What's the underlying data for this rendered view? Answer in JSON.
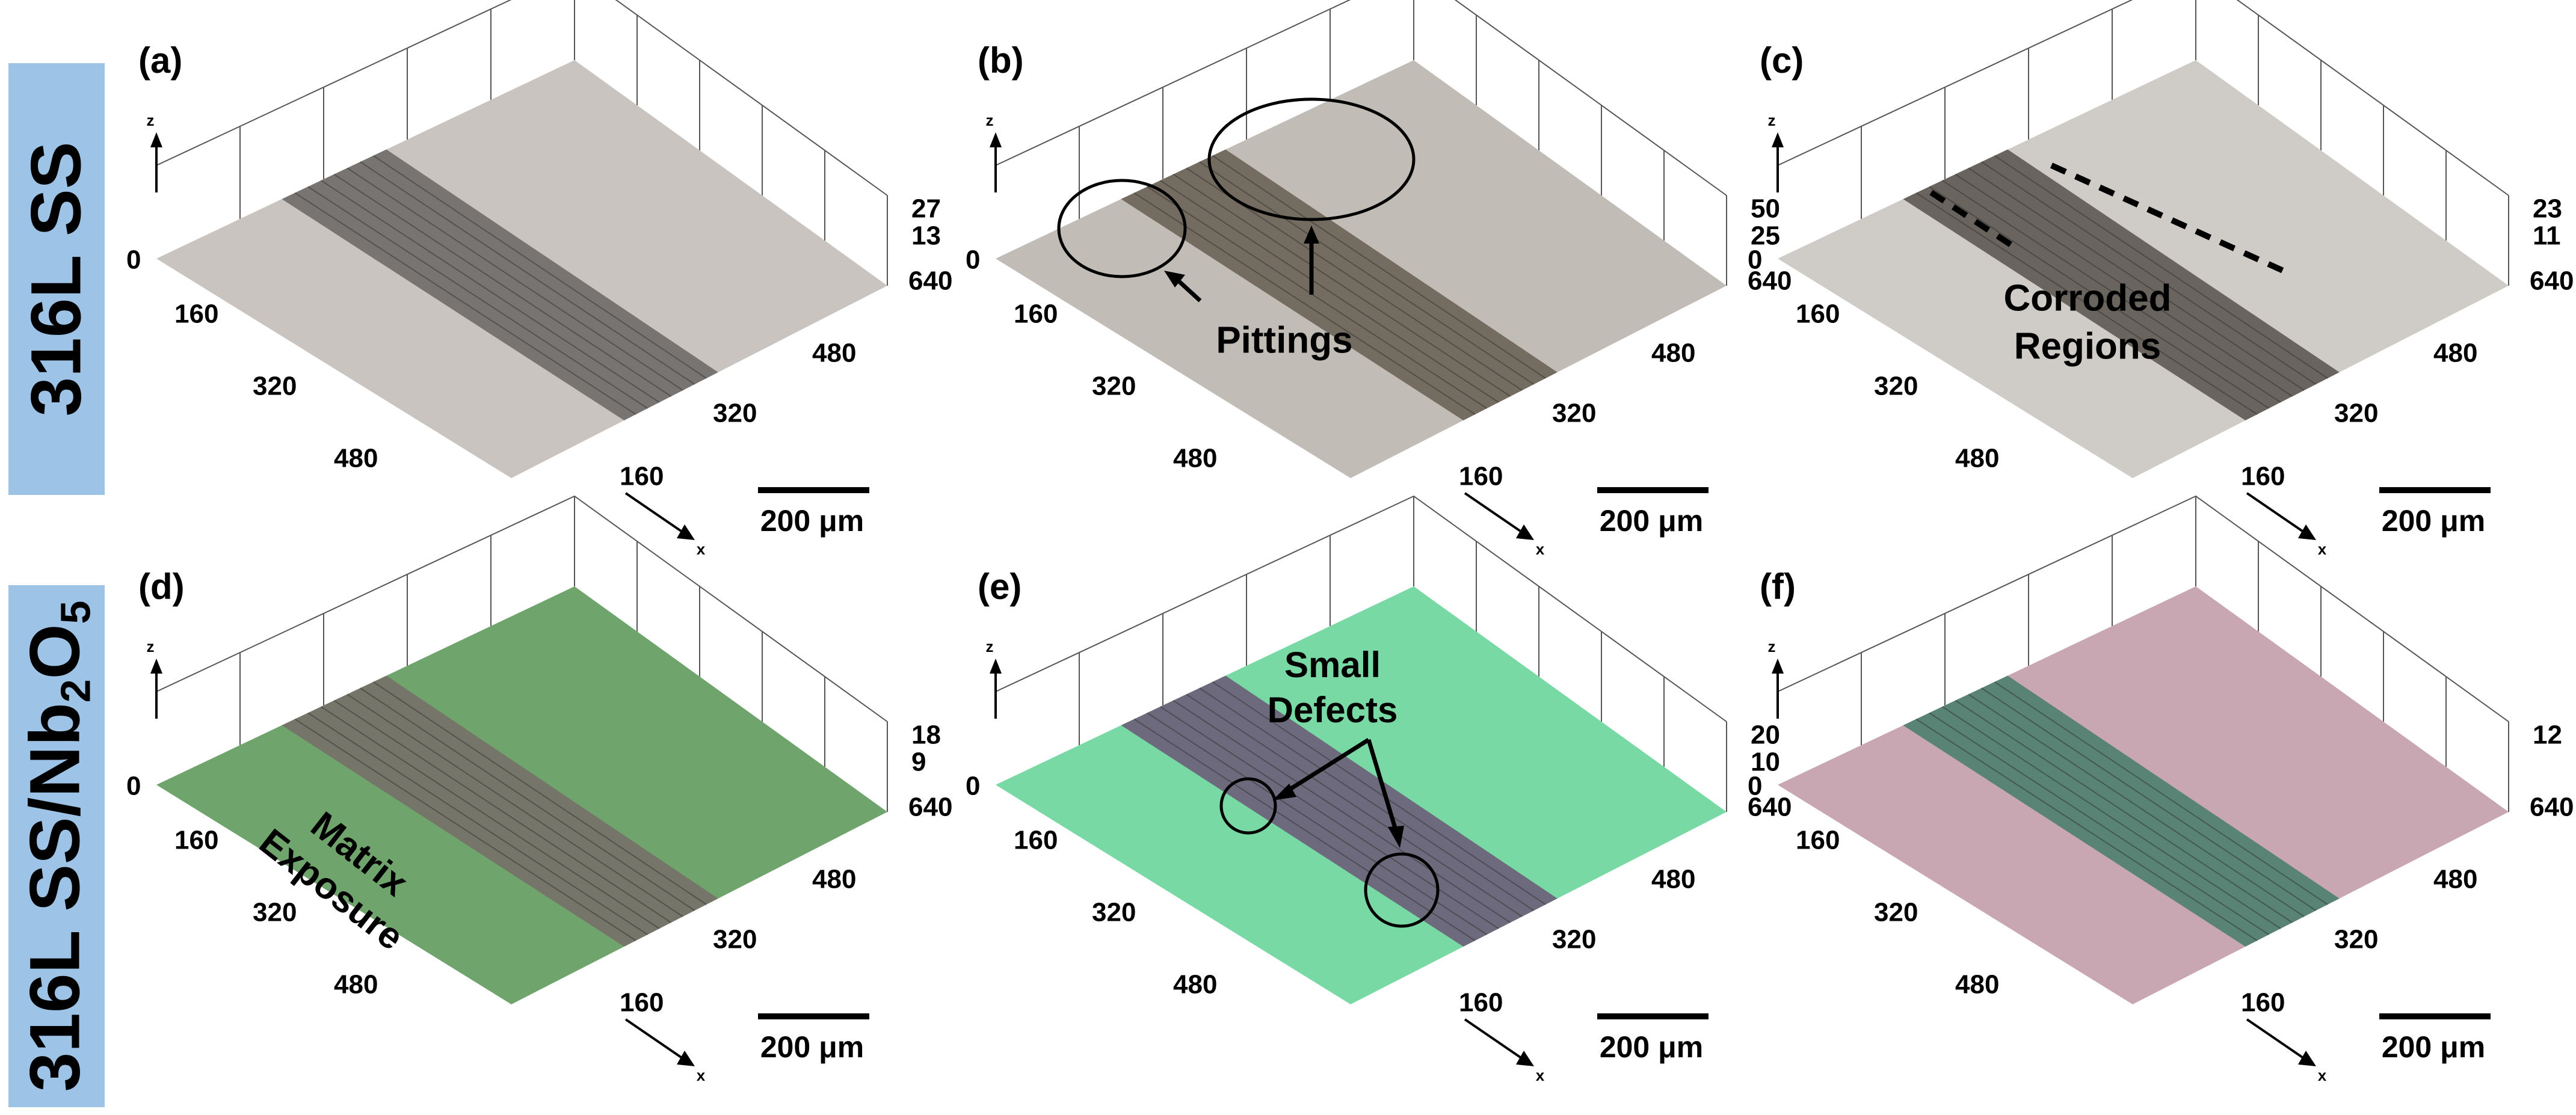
{
  "row_labels": {
    "top": "316L SS",
    "bottom_prefix": "316L SS/Nb",
    "bottom_sub1": "2",
    "bottom_mid": "O",
    "bottom_sub2": "5"
  },
  "axis_letters": {
    "z": "z",
    "x": "x"
  },
  "scale_bar_label": "200 μm",
  "panels": [
    {
      "id": "a",
      "label": "(a)",
      "z_ticks": [
        "27",
        "13",
        "0"
      ],
      "y_ticks": [
        "160",
        "320",
        "480"
      ],
      "x_ticks": [
        "640",
        "480",
        "320",
        "160"
      ],
      "surface": {
        "base": "#c9c4c0",
        "track": "#6f6c68"
      },
      "annotations": []
    },
    {
      "id": "b",
      "label": "(b)",
      "z_ticks": [
        "50",
        "25",
        "0"
      ],
      "y_ticks": [
        "160",
        "320",
        "480"
      ],
      "x_ticks": [
        "640",
        "480",
        "320",
        "160"
      ],
      "surface": {
        "base": "#c2bcb6",
        "track": "#6b6258"
      },
      "annotations": [
        "Pittings"
      ]
    },
    {
      "id": "c",
      "label": "(c)",
      "z_ticks": [
        "23",
        "11",
        "0"
      ],
      "y_ticks": [
        "160",
        "320",
        "480"
      ],
      "x_ticks": [
        "640",
        "480",
        "320",
        "160"
      ],
      "surface": {
        "base": "#cfccc8",
        "track": "#5e5952"
      },
      "annotations": [
        "Corroded",
        "Regions"
      ]
    },
    {
      "id": "d",
      "label": "(d)",
      "z_ticks": [
        "18",
        "9",
        "0"
      ],
      "y_ticks": [
        "160",
        "320",
        "480"
      ],
      "x_ticks": [
        "640",
        "480",
        "320",
        "160"
      ],
      "surface": {
        "base": "#6fa46c",
        "track": "#77706a"
      },
      "annotations": [
        "Matrix",
        "Exposure"
      ]
    },
    {
      "id": "e",
      "label": "(e)",
      "z_ticks": [
        "20",
        "10",
        "0"
      ],
      "y_ticks": [
        "160",
        "320",
        "480"
      ],
      "x_ticks": [
        "640",
        "480",
        "320",
        "160"
      ],
      "surface": {
        "base": "#79d9a4",
        "track": "#6a5d78"
      },
      "annotations": [
        "Small",
        "Defects"
      ]
    },
    {
      "id": "f",
      "label": "(f)",
      "z_ticks": [
        "12",
        "0"
      ],
      "y_ticks": [
        "160",
        "320",
        "480"
      ],
      "x_ticks": [
        "640",
        "480",
        "320",
        "160"
      ],
      "surface": {
        "base": "#c8a6b2",
        "track": "#4b7f6e"
      },
      "annotations": []
    }
  ]
}
